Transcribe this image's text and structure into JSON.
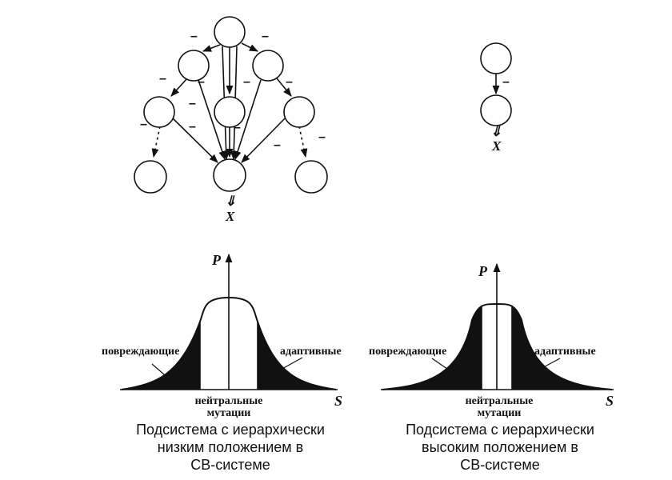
{
  "hierarchy": {
    "sign": "–",
    "output": "X",
    "output_arrow": "⇓"
  },
  "small_chain": {
    "sign": "–",
    "output": "X",
    "output_arrow": "⇓"
  },
  "left_plot": {
    "y_axis": "P",
    "x_axis": "S",
    "label_left": "повреждающие",
    "label_right": "адаптивные",
    "label_center_line1": "нейтральные",
    "label_center_line2": "мутации",
    "caption_line1": "Подсистема с иерархически",
    "caption_line2": "низким положением в",
    "caption_line3": "СВ-системе"
  },
  "right_plot": {
    "y_axis": "P",
    "x_axis": "S",
    "label_left": "повреждающие",
    "label_right": "адаптивные",
    "label_center_line1": "нейтральные",
    "label_center_line2": "мутации",
    "caption_line1": "Подсистема с иерархически",
    "caption_line2": "высоким положением в",
    "caption_line3": "СВ-системе"
  }
}
